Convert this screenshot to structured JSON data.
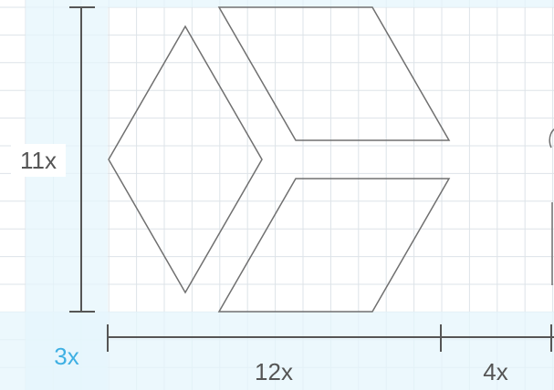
{
  "diagram": {
    "logo_shapes": [
      "left-rhombus",
      "top-right-parallelogram",
      "bottom-right-parallelogram"
    ],
    "dimensions": {
      "height_label": "11x",
      "margin_label": "3x",
      "width_label": "12x",
      "gap_label": "4x"
    },
    "colors": {
      "grid_line": "#dde3e8",
      "margin_band": "#e6f5fc",
      "margin_label": "#3fb0e3",
      "shape_stroke": "#707070",
      "dimension_line": "#555555",
      "label_text": "#555555"
    }
  }
}
